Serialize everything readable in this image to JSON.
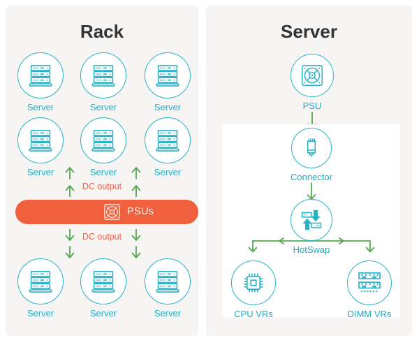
{
  "colors": {
    "teal_accent": "#28b2c6",
    "green_arrow": "#55a84f",
    "orange_bar": "#f0603d",
    "dc_output_text": "#f4604a",
    "title_text": "#333333",
    "panel_background": "#f6f5f4",
    "inner_box_background": "#ffffff"
  },
  "icons": {
    "server": "server-stack-icon",
    "psu_fan": "psu-fan-icon",
    "connector": "power-connector-icon",
    "hotswap": "hotswap-swap-arrows-icon",
    "cpu": "cpu-chip-icon",
    "dimm": "dimm-memory-icon",
    "flow_arrow": "green-flow-arrow"
  },
  "rack_panel": {
    "title": "Rack",
    "server_label": "Server",
    "dc_output_top_label": "DC output",
    "psus_label": "PSUs",
    "dc_output_bottom_label": "DC output"
  },
  "server_panel": {
    "title": "Server",
    "psu_label": "PSU",
    "connector_label": "Connector",
    "hotswap_label": "HotSwap",
    "cpu_vrs_label": "CPU VRs",
    "dimm_vrs_label": "DIMM VRs"
  }
}
